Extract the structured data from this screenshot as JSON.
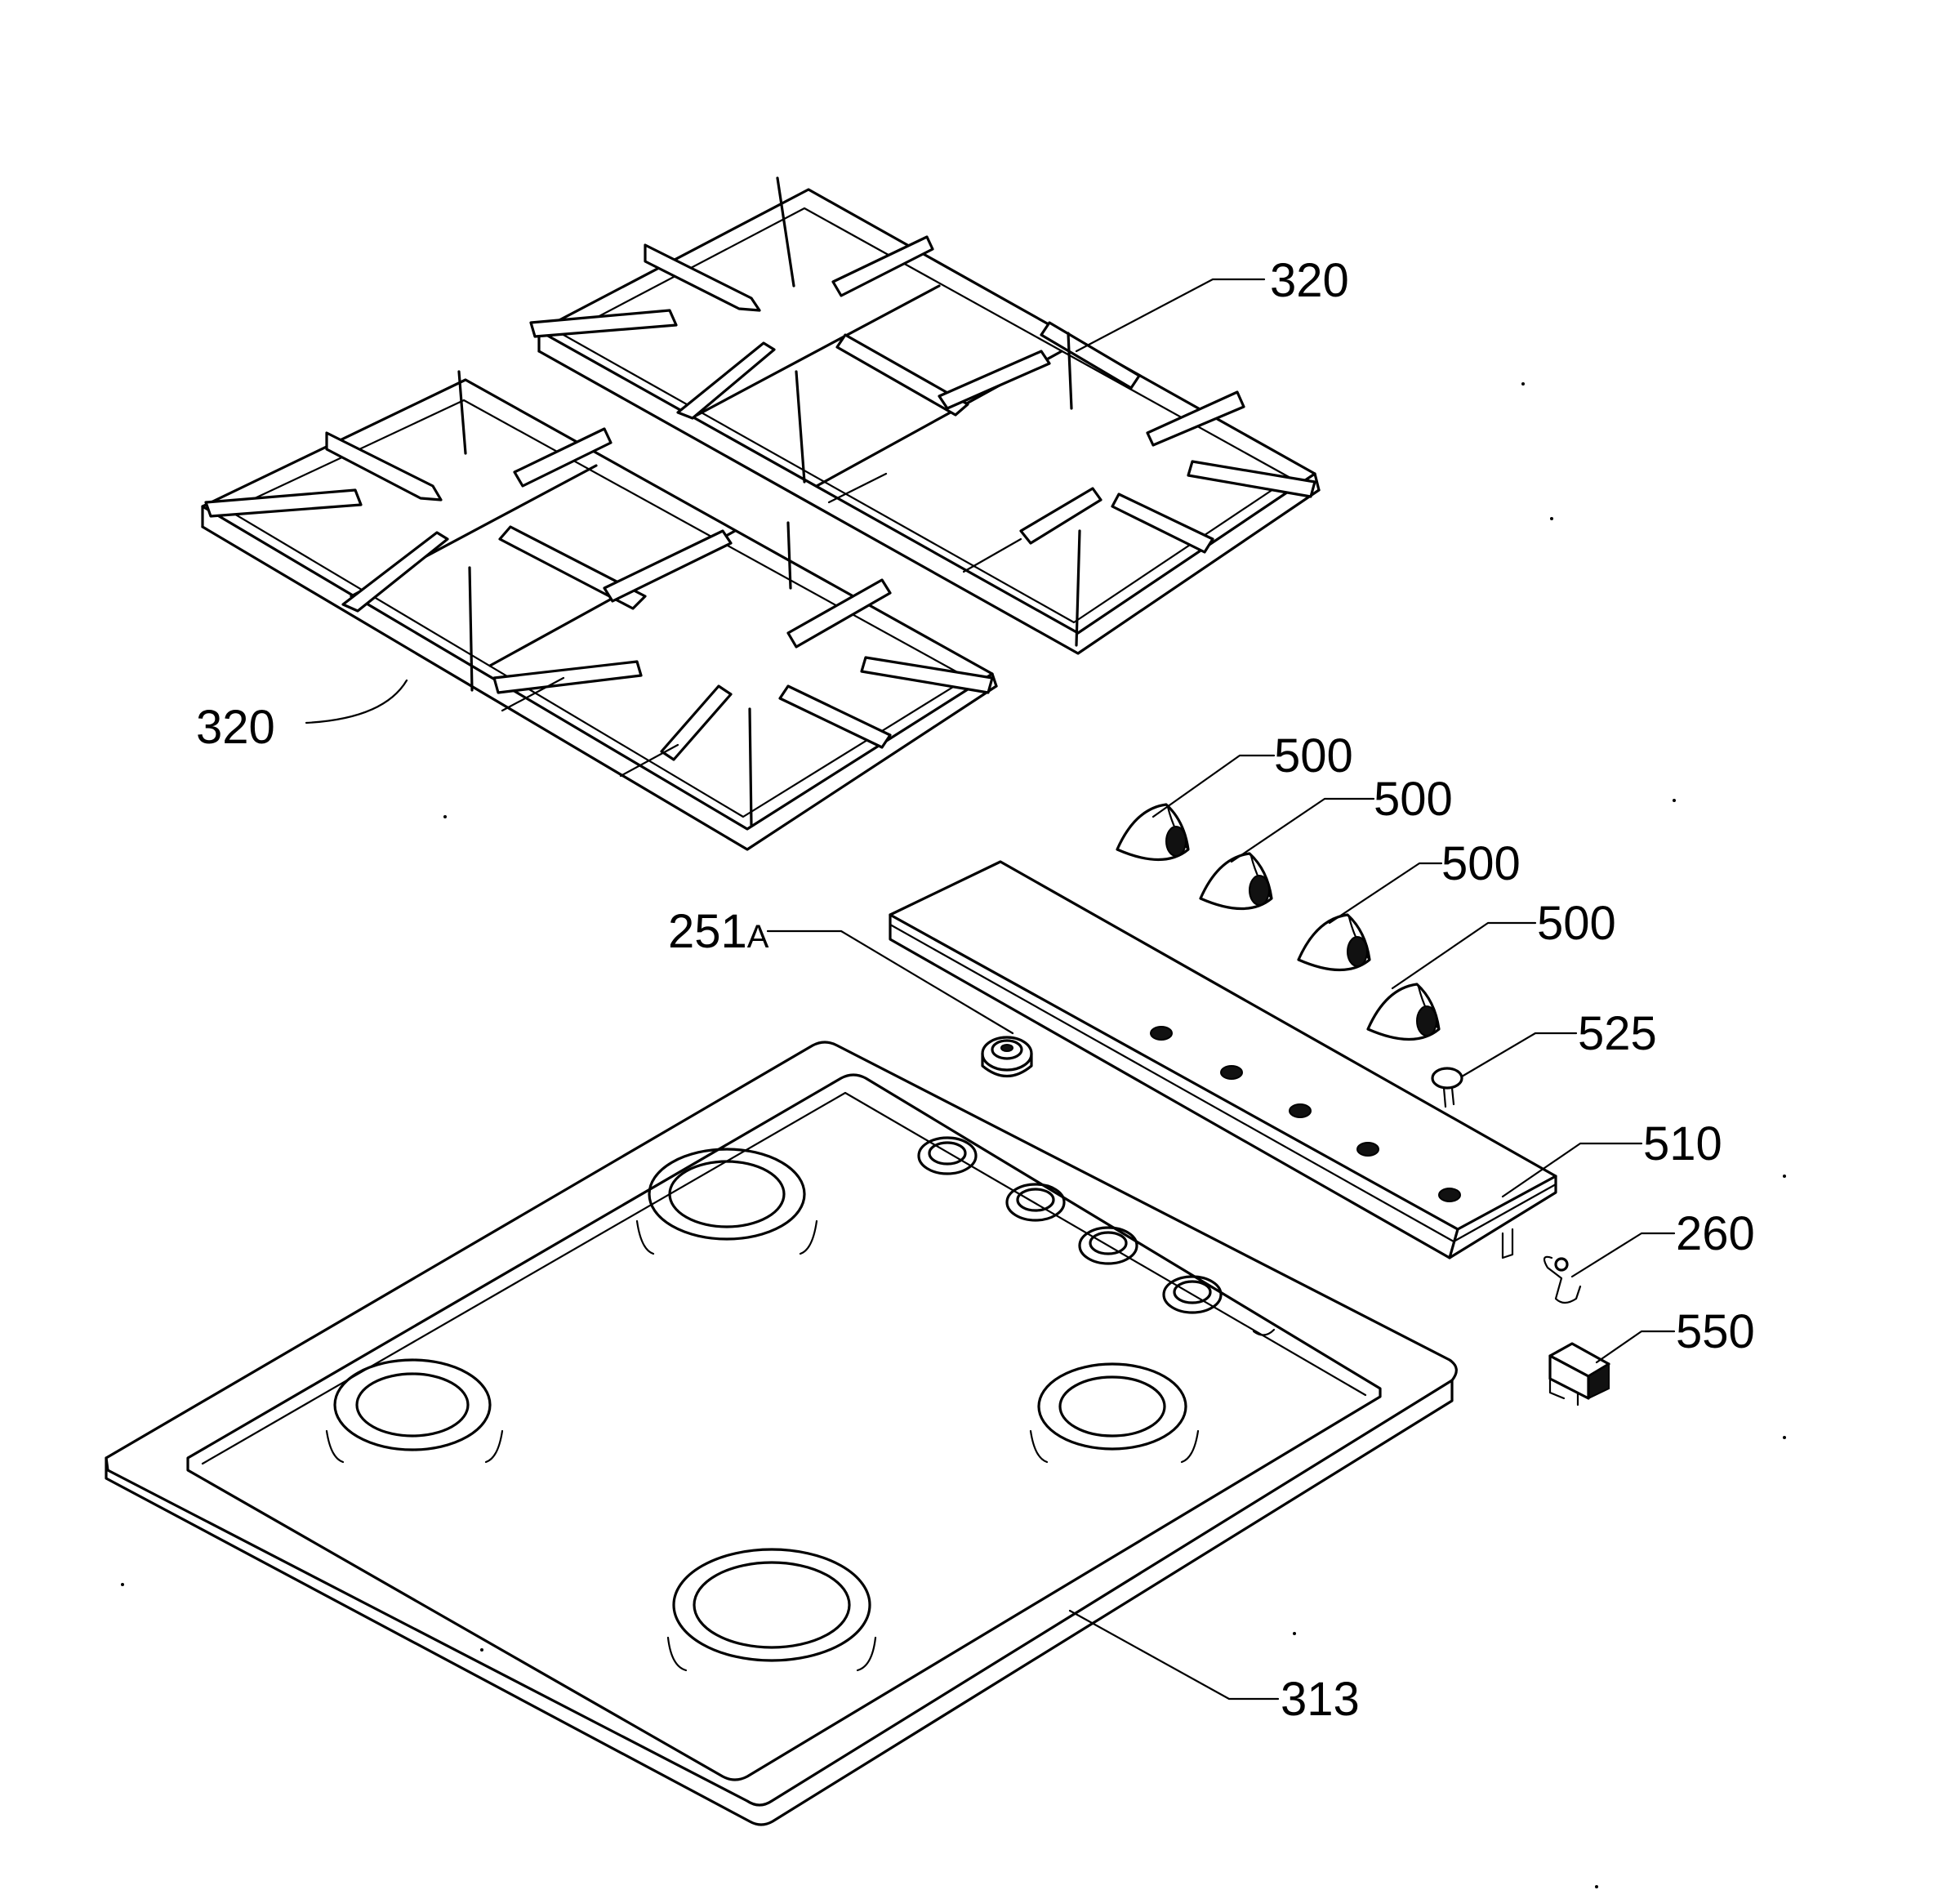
{
  "labels": {
    "grate_right": "320",
    "grate_left": "320",
    "knob_1": "500",
    "knob_2": "500",
    "knob_3": "500",
    "knob_4": "500",
    "screw_main": "251",
    "screw_suffix": "A",
    "button": "525",
    "control_panel": "510",
    "clip": "260",
    "switch": "550",
    "hob_top": "313"
  },
  "icons": {
    "grate": "pan-support-grate",
    "knob": "control-knob",
    "burner": "burner-ring",
    "switch": "ignition-switch"
  }
}
